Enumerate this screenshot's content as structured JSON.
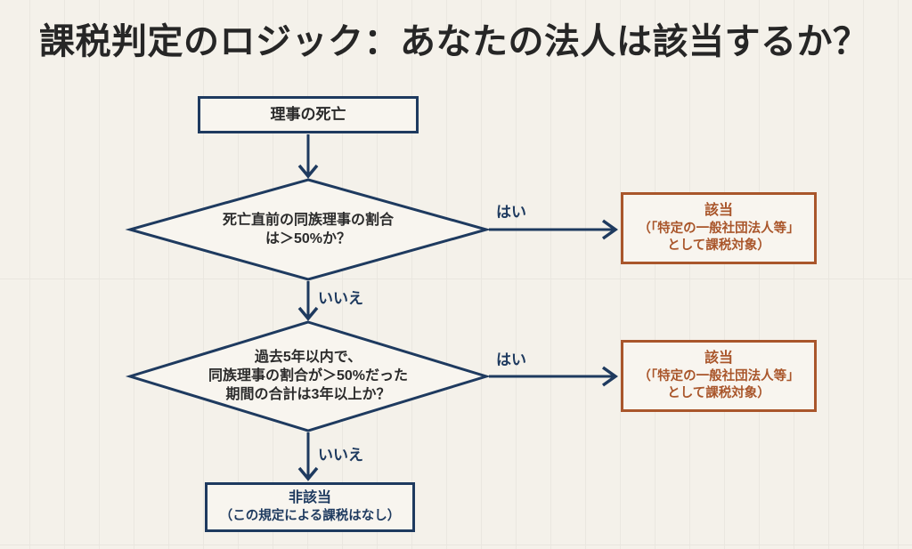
{
  "title": "課税判定のロジック：あなたの法人は該当するか？",
  "colors": {
    "background": "#f4f1ea",
    "grid_line": "#eae7e0",
    "navy": "#1e3a5f",
    "orange": "#a9562b",
    "title_text": "#262626",
    "body_text": "#2b2b2b"
  },
  "flowchart": {
    "start": {
      "text": "理事の死亡"
    },
    "decision1": {
      "lines": [
        "死亡直前の同族理事の割合",
        "は＞50%か？"
      ]
    },
    "decision2": {
      "lines": [
        "過去5年以内で、",
        "同族理事の割合が＞50%だった",
        "期間の合計は3年以上か？"
      ]
    },
    "result_taxable_1": {
      "lines": [
        "該当",
        "（「特定の一般社団法人等」",
        "として課税対象）"
      ]
    },
    "result_taxable_2": {
      "lines": [
        "該当",
        "（「特定の一般社団法人等」",
        "として課税対象）"
      ]
    },
    "result_not_taxable": {
      "lines": [
        "非該当",
        "（この規定による課税はなし）"
      ]
    },
    "edge_labels": {
      "yes1": "はい",
      "no1": "いいえ",
      "yes2": "はい",
      "no2": "いいえ"
    }
  }
}
